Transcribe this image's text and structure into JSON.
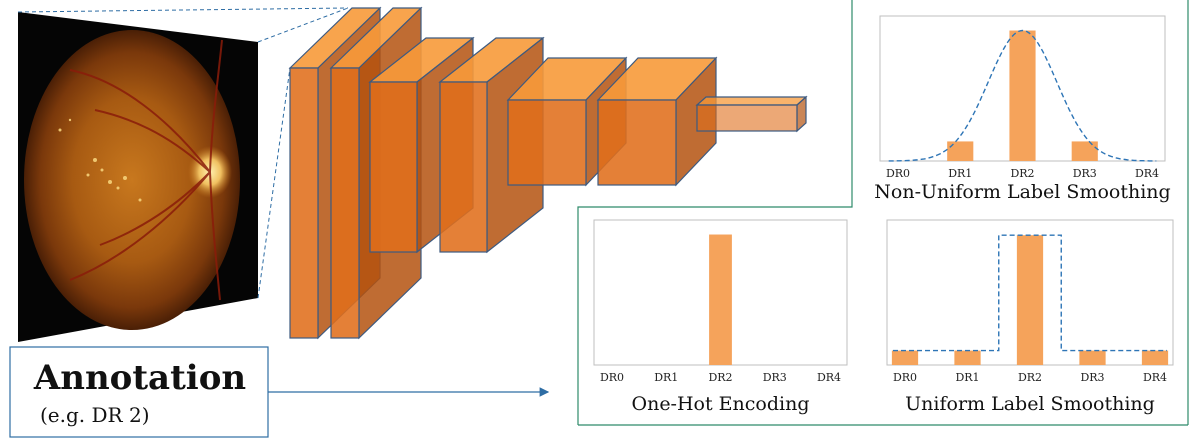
{
  "annotation": {
    "title": "Annotation",
    "example": "(e.g. DR 2)"
  },
  "colors": {
    "bar": "#f5a35b",
    "curve": "#2e75b6",
    "panel_border": "#2e8b6a",
    "arrow": "#2e6da4",
    "cnn_front": "#e06e1b",
    "cnn_top": "#f79a3a",
    "cnn_side": "#b4520f",
    "cnn_edge": "#3d5a80"
  },
  "chart_data": [
    {
      "type": "bar",
      "title": "Non-Uniform Label Smoothing",
      "categories": [
        "DR0",
        "DR1",
        "DR2",
        "DR3",
        "DR4"
      ],
      "values": [
        0.0,
        0.15,
        1.0,
        0.15,
        0.0
      ],
      "curve": "gaussian",
      "ylim": [
        0,
        1.05
      ],
      "grid": false
    },
    {
      "type": "bar",
      "title": "One-Hot Encoding",
      "categories": [
        "DR0",
        "DR1",
        "DR2",
        "DR3",
        "DR4"
      ],
      "values": [
        0,
        0,
        1,
        0,
        0
      ],
      "ylim": [
        0,
        1.05
      ],
      "grid": false
    },
    {
      "type": "bar",
      "title": "Uniform Label Smoothing",
      "categories": [
        "DR0",
        "DR1",
        "DR2",
        "DR3",
        "DR4"
      ],
      "values": [
        0.1,
        0.1,
        0.9,
        0.1,
        0.1
      ],
      "curve": "step",
      "ylim": [
        0,
        0.95
      ],
      "grid": false
    }
  ]
}
